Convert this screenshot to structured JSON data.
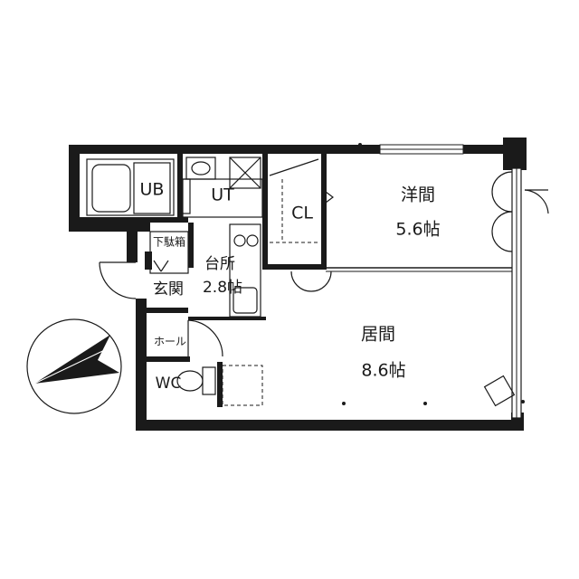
{
  "rooms": {
    "ub": "UB",
    "ut": "UT",
    "cl": "CL",
    "western_room": "洋間",
    "western_room_size": "5.6帖",
    "shoe_box": "下駄箱",
    "kitchen": "台所",
    "kitchen_size": "2.8帖",
    "entrance": "玄関",
    "hall": "ホール",
    "wc": "WC",
    "living_room": "居間",
    "living_room_size": "8.6帖"
  },
  "colors": {
    "wall": "#1a1a1a",
    "background": "#ffffff"
  },
  "icons": {
    "compass": "north-arrow-icon"
  }
}
